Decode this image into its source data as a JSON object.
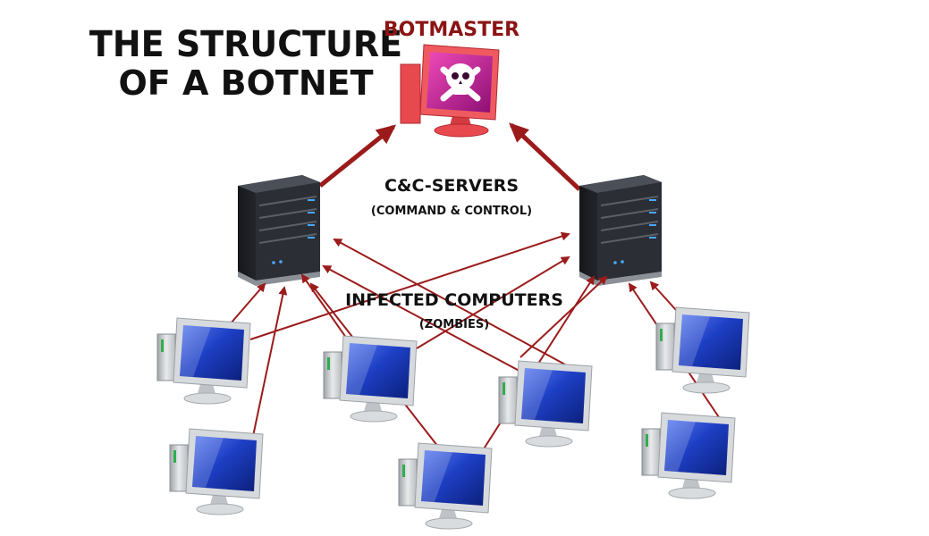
{
  "title": {
    "line1": "THE STRUCTURE",
    "line2": "OF A BOTNET"
  },
  "botmaster": {
    "label": "BOTMASTER",
    "icon": "skull-crossbones-monitor-icon"
  },
  "cnc": {
    "label": "C&C-SERVERS",
    "sublabel": "(COMMAND & CONTROL)",
    "icon": "server-tower-icon"
  },
  "zombies": {
    "label": "INFECTED COMPUTERS",
    "sublabel": "(ZOMBIES)",
    "icon": "desktop-computer-icon"
  },
  "colors": {
    "arrow": "#9b1b1b",
    "botmaster_label": "#8b1414",
    "text": "#111111",
    "screen": "#1d3fc4",
    "botmaster_screen": "#c8189a",
    "botmaster_body": "#e8494f",
    "server_body": "#2a2c31"
  }
}
